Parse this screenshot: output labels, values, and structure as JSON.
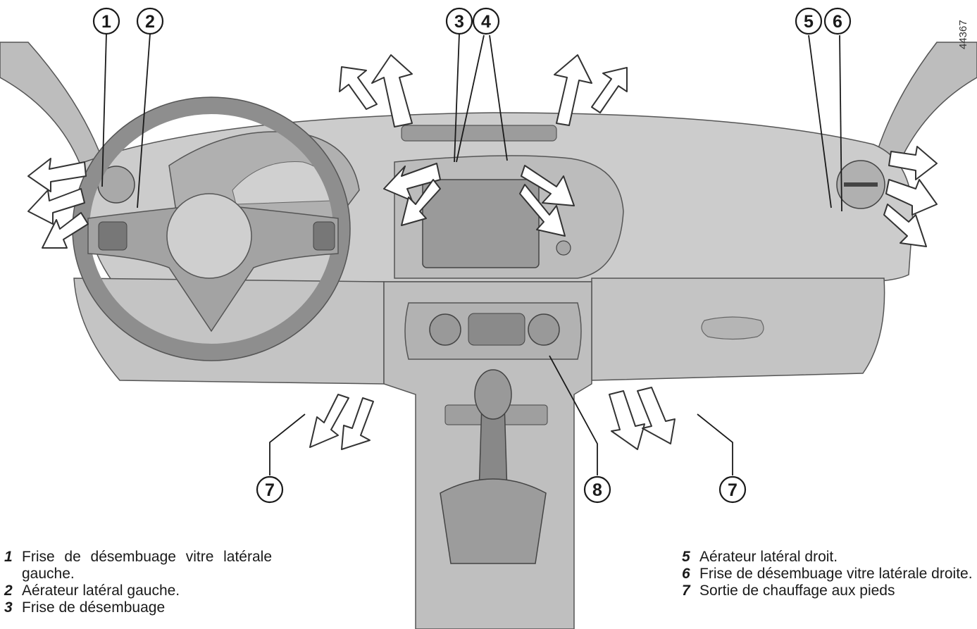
{
  "figure": {
    "ref_code": "44367",
    "callouts": [
      "1",
      "2",
      "3",
      "4",
      "5",
      "6",
      "7",
      "7",
      "8"
    ],
    "illustration_subject": "car-dashboard-with-air-vents",
    "colors": {
      "line": "#1a1a1a",
      "dashboard_fill": "#c9c9c9",
      "arrow_fill": "#ffffff"
    }
  },
  "legend": {
    "left": [
      {
        "num": "1",
        "text": "Frise de désembuage vitre laté­rale gauche."
      },
      {
        "num": "2",
        "text": "Aérateur latéral gauche."
      },
      {
        "num": "3",
        "text": "Frise de désembuage"
      }
    ],
    "right": [
      {
        "num": "5",
        "text": "Aérateur latéral droit."
      },
      {
        "num": "6",
        "text": "Frise de désembuage vitre laté­rale droite."
      },
      {
        "num": "7",
        "text": "Sortie de chauffage aux pieds"
      }
    ]
  }
}
